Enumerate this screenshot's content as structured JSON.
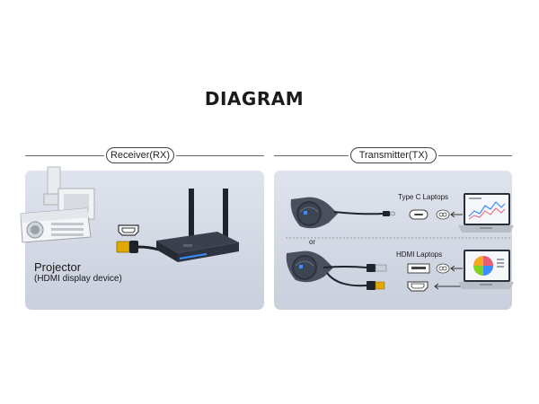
{
  "title": "DIAGRAM",
  "receiver": {
    "label": "Receiver(RX)",
    "projector_label": "Projector",
    "projector_sublabel": "(HDMI display device)"
  },
  "transmitter": {
    "label": "Transmitter(TX)",
    "typec_label": "Type C Laptops",
    "hdmi_label": "HDMI Laptops",
    "or_label": "or"
  },
  "colors": {
    "panel": "#d4d9e4",
    "device_dark": "#2e3340",
    "accent_blue": "#3a8dff",
    "connector_gold": "#e0a800"
  },
  "icons": [
    "projector-icon",
    "hdmi-port-icon",
    "hdmi-plug-icon",
    "receiver-icon",
    "antenna-icon",
    "transmitter-button-icon",
    "usb-c-port-icon",
    "usb-c-plug-icon",
    "usb-a-plug-icon",
    "laptop-icon",
    "link-icon",
    "arrow-left-icon"
  ]
}
